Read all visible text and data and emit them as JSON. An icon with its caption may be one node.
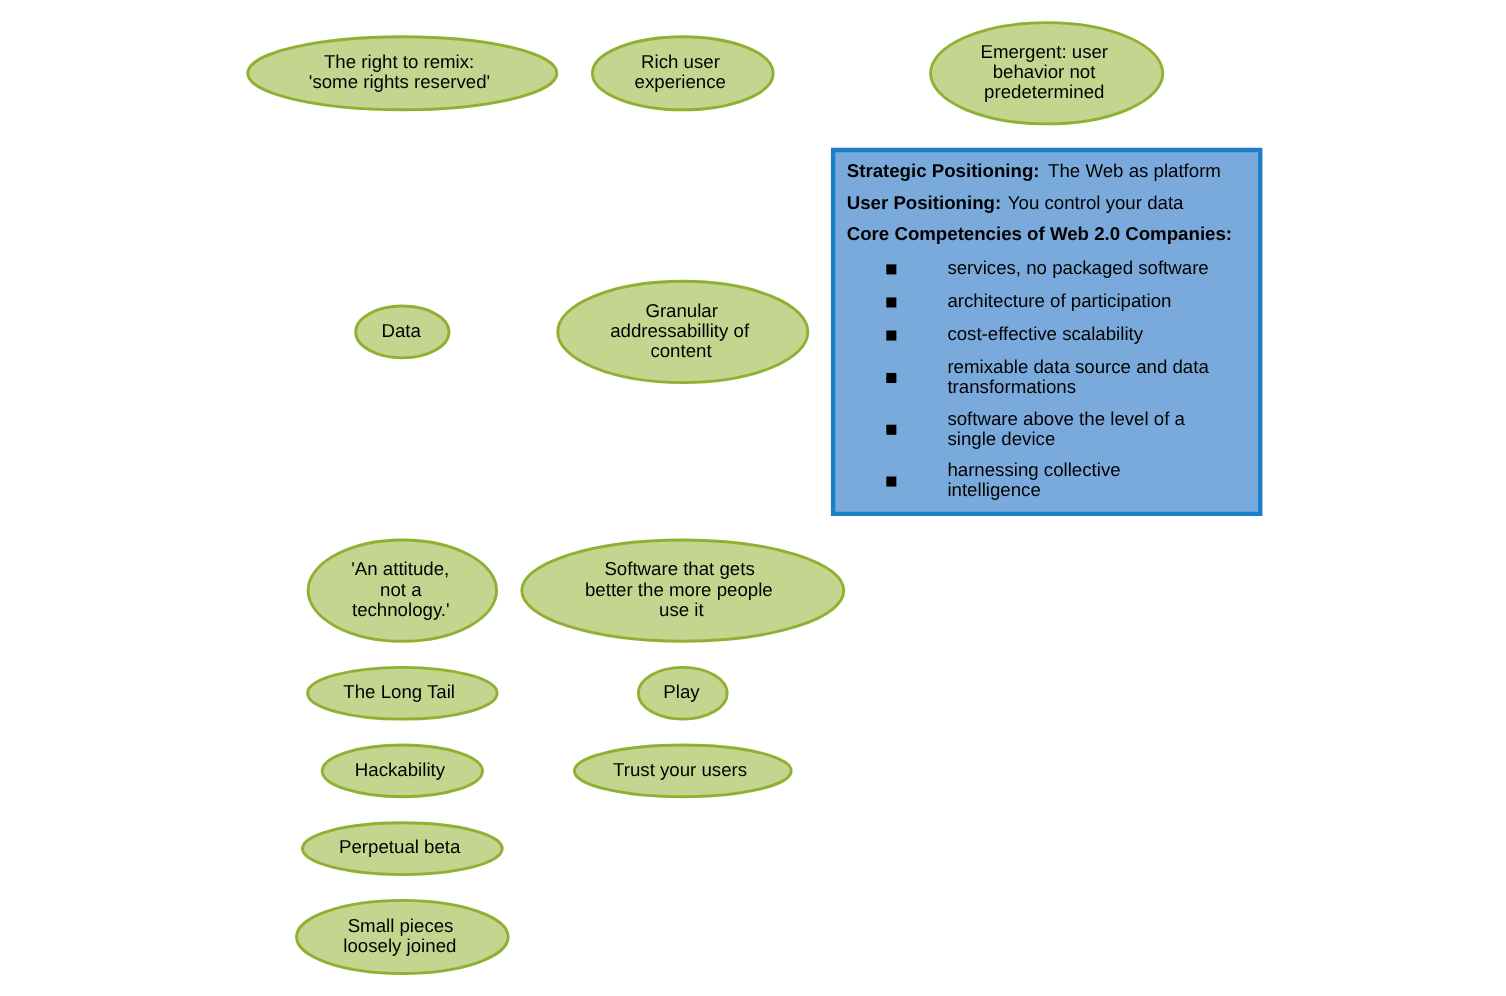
{
  "diagram": {
    "nodes": [
      {
        "text": [
          "The right to remix: 'some rights reserved'"
        ]
      },
      {
        "text": [
          "Rich user experience"
        ]
      },
      {
        "text": [
          "Emergent: user behavior not predetermined"
        ]
      },
      {
        "text": [
          "Data"
        ]
      },
      {
        "text": [
          "Granular addressabillity of content"
        ]
      },
      {
        "text": [
          "**Strategic Positioning:** The Web as platform",
          "**User Positioning:** You control your data",
          "**Core Competencies of Web 2.0 Companies:**",
          "services, no packaged software",
          "architecture of participation",
          "cost-effective scalability",
          "remixable data source and data transformations",
          "software above the level of a single device",
          "harnessing collective intelligence"
        ]
      },
      {
        "text": [
          "'An attitude, not a technology.'"
        ]
      },
      {
        "text": [
          "Software that gets better the more people use it"
        ]
      },
      {
        "text": [
          "The Long Tail"
        ]
      },
      {
        "text": [
          "Play"
        ]
      },
      {
        "text": [
          "Hackability"
        ]
      },
      {
        "text": [
          "Trust your users"
        ]
      },
      {
        "text": [
          "Perpetual beta"
        ]
      },
      {
        "text": [
          "Small pieces loosely joined"
        ]
      }
    ],
    "edges": []
  }
}
